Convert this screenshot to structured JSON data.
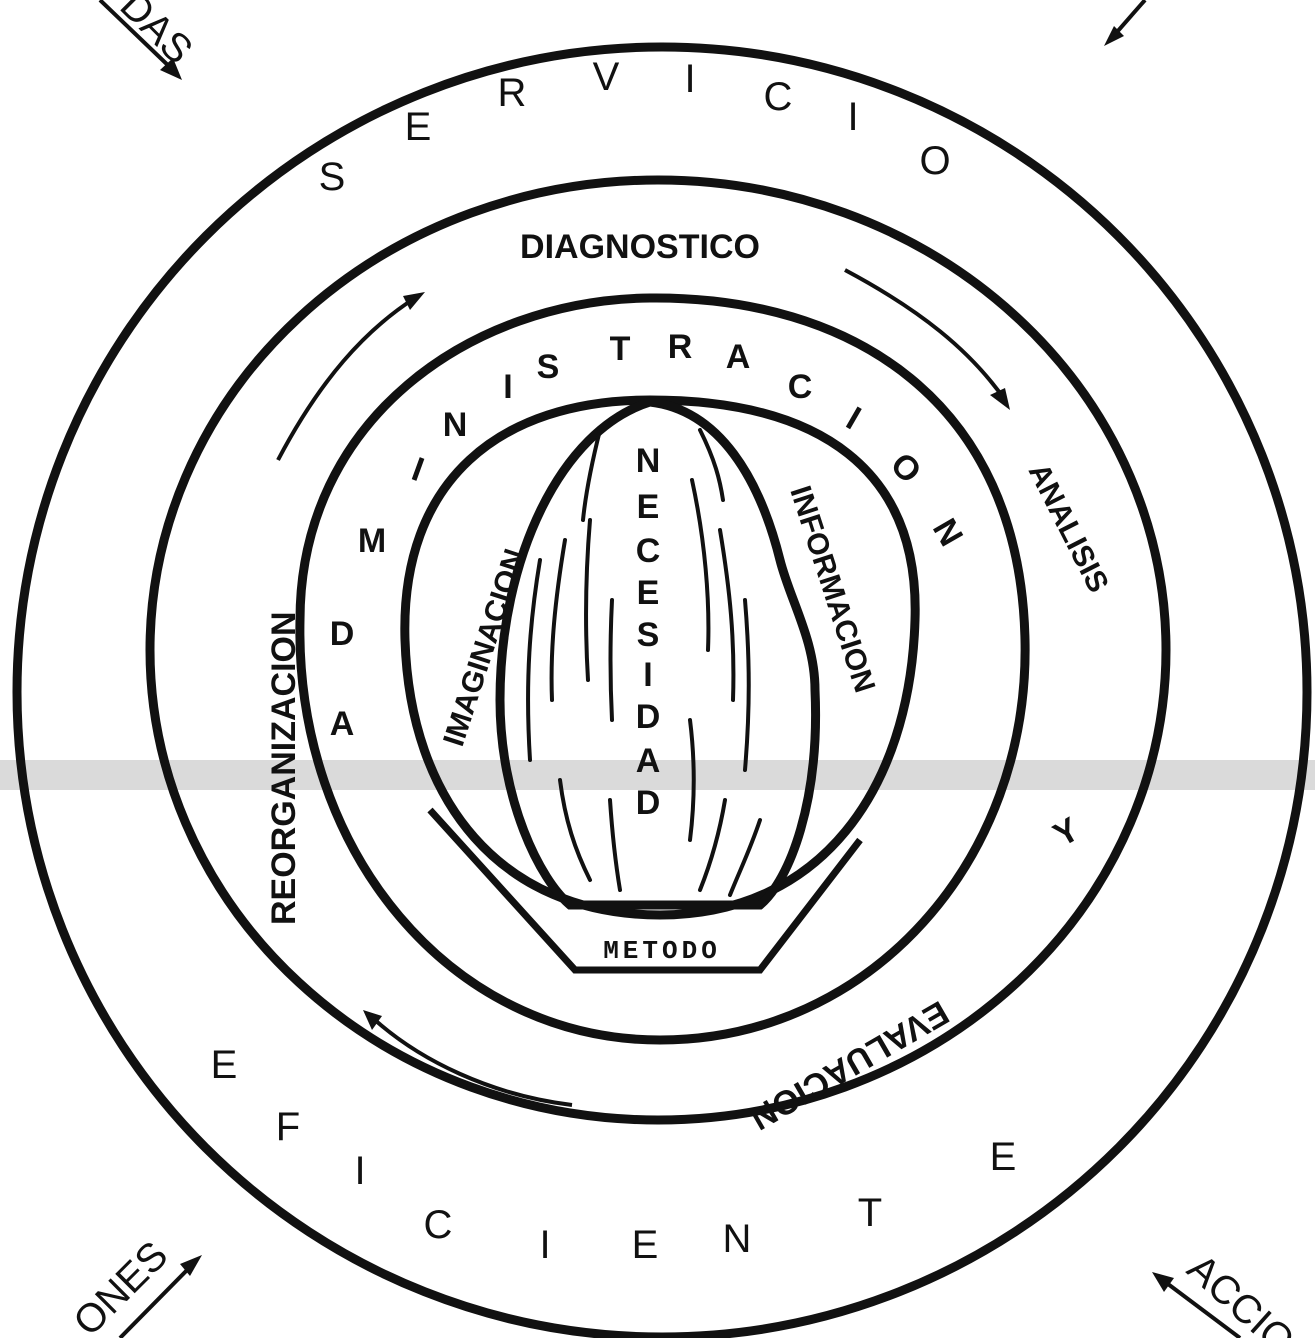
{
  "outer_ring": {
    "top_word_letters": [
      "S",
      "E",
      "R",
      "V",
      "I",
      "C",
      "I",
      "O"
    ],
    "bottom_word_letters": [
      "E",
      "F",
      "I",
      "C",
      "I",
      "E",
      "N",
      "T",
      "E"
    ]
  },
  "second_ring": {
    "diagnostico": "DIAGNOSTICO",
    "analisis": "ANALISIS",
    "y": "Y",
    "evaluacion": "EVALUACION",
    "reorganizacion": "REORGANIZACION"
  },
  "third_ring": {
    "letters": [
      "A",
      "D",
      "M",
      "I",
      "N",
      "I",
      "S",
      "T",
      "R",
      "A",
      "C",
      "I",
      "O",
      "N"
    ]
  },
  "core": {
    "imaginacion": "IMAGINACION",
    "informacion": "INFORMACION",
    "necesidad_letters": [
      "N",
      "E",
      "C",
      "E",
      "S",
      "I",
      "D",
      "A",
      "D"
    ],
    "metodo": "METODO"
  },
  "corner_labels": {
    "top_left": "DAS",
    "bottom_left": "ONES",
    "bottom_right": "ACCIO"
  },
  "colors": {
    "ink": "#111111",
    "paper": "#ffffff"
  }
}
